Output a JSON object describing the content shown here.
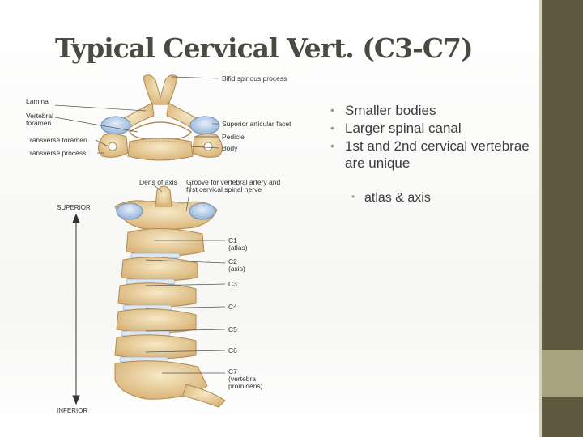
{
  "slide": {
    "title": "Typical Cervical Vert. (C3-C7)",
    "bullets": [
      "Smaller bodies",
      "Larger spinal canal",
      "1st and 2nd cervical vertebrae are unique"
    ],
    "sub_bullets": [
      "atlas & axis"
    ]
  },
  "figure": {
    "top_labels": {
      "bifid_spinous_process": "Bifid spinous process",
      "lamina": "Lamina",
      "vertebral_foramen": "Vertebral foramen",
      "superior_articular_facet": "Superior articular facet",
      "pedicle": "Pedicle",
      "transverse_foramen": "Transverse foramen",
      "body": "Body",
      "transverse_process": "Transverse process"
    },
    "side_labels": {
      "dens_of_axis": "Dens of axis",
      "groove": "Groove for vertebral artery and first cervical spinal nerve",
      "superior": "SUPERIOR",
      "inferior": "INFERIOR",
      "c1": "C1",
      "c1_note": "(atlas)",
      "c2": "C2",
      "c2_note": "(axis)",
      "c3": "C3",
      "c4": "C4",
      "c5": "C5",
      "c6": "C6",
      "c7": "C7",
      "c7_note": "(vertebra prominens)"
    }
  },
  "colors": {
    "sidebar": "#5f5a3f",
    "sidebar_accent": "#a8a37c",
    "bullet": "#9c9a78",
    "title": "#4a4a42",
    "bone": "#ecd7a5",
    "bone_shadow": "#c9a46a",
    "cartilage": "#a9c5e6"
  }
}
